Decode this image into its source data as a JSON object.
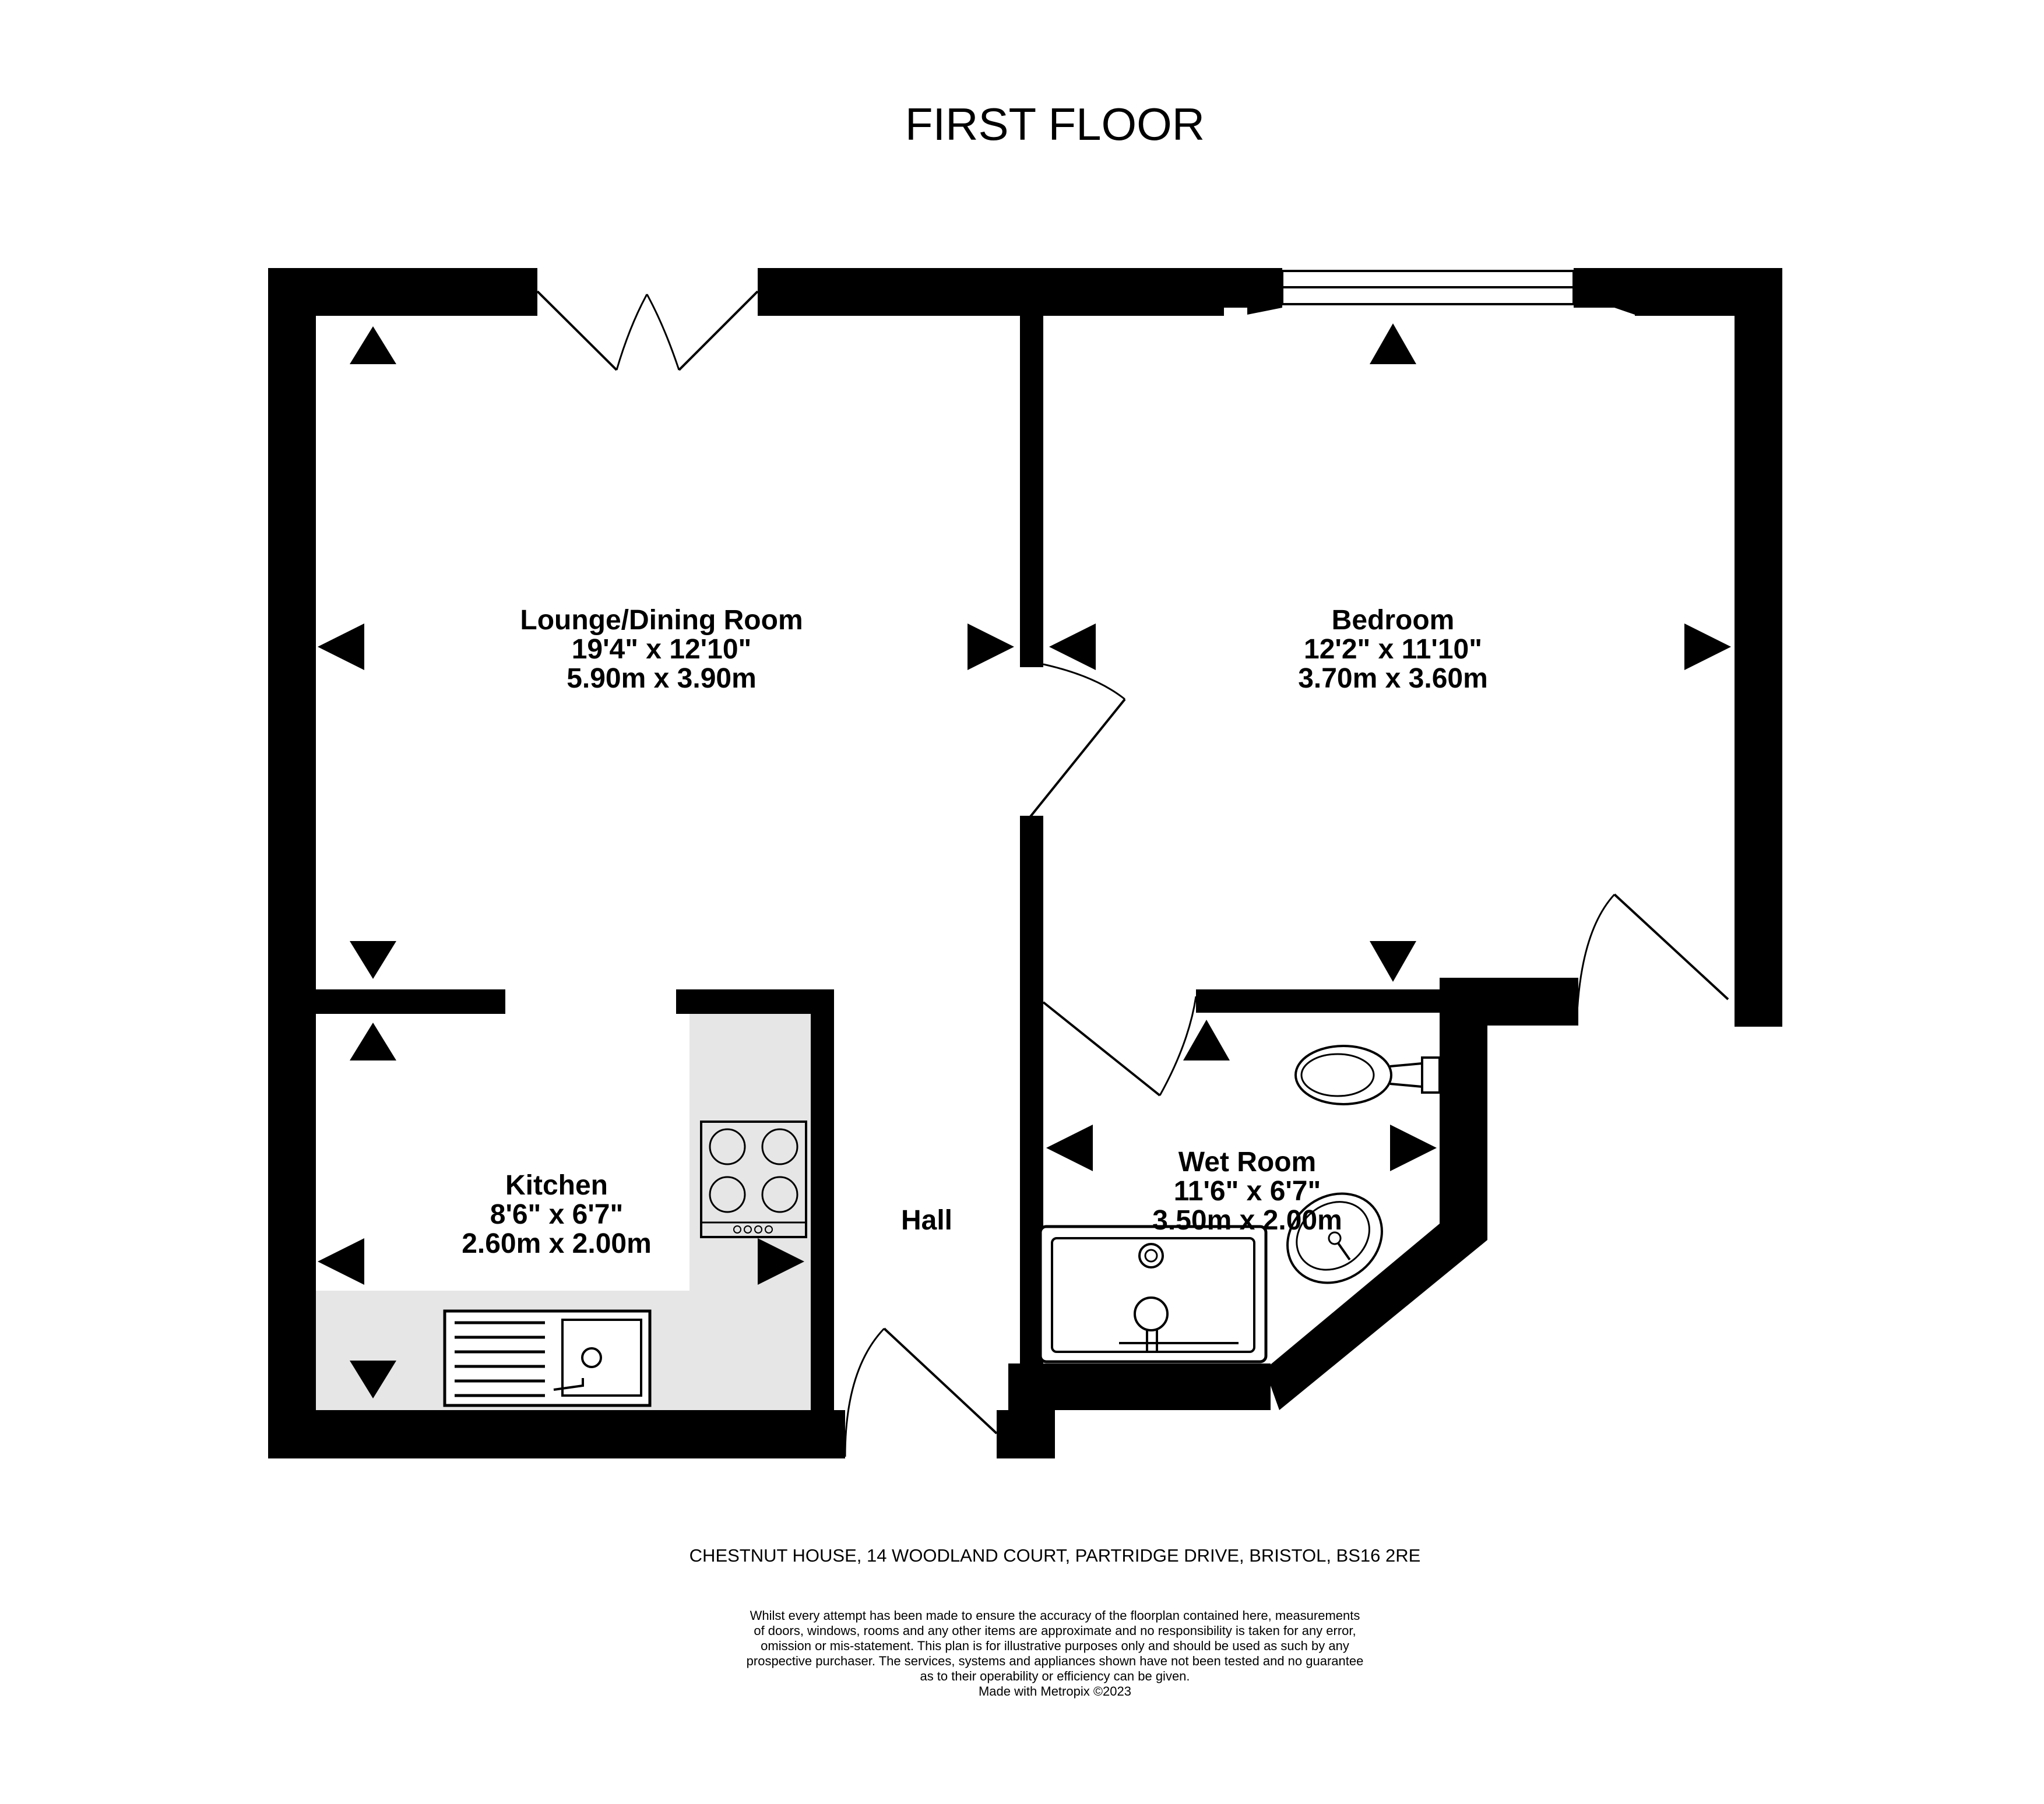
{
  "title": "FIRST FLOOR",
  "rooms": [
    {
      "name": "Lounge/Dining Room",
      "imperial": "19'4\"  x 12'10\"",
      "metric": "5.90m  x 3.90m"
    },
    {
      "name": "Bedroom",
      "imperial": "12'2\"  x 11'10\"",
      "metric": "3.70m  x 3.60m"
    },
    {
      "name": "Kitchen",
      "imperial": "8'6\"  x 6'7\"",
      "metric": "2.60m  x 2.00m"
    },
    {
      "name": "Wet Room",
      "imperial": "11'6\"  x 6'7\"",
      "metric": "3.50m  x 2.00m"
    },
    {
      "name": "Hall"
    }
  ],
  "address": "CHESTNUT HOUSE, 14 WOODLAND COURT, PARTRIDGE DRIVE, BRISTOL, BS16 2RE",
  "disclaimer": [
    "Whilst every attempt has been made to ensure the accuracy of the floorplan contained here, measurements",
    "of doors, windows, rooms and any other items are approximate and no responsibility is taken for any error,",
    "omission or mis-statement. This plan is for illustrative purposes only and should be used as such by any",
    "prospective purchaser. The services, systems and appliances shown have not been tested and no guarantee",
    "as to their operability or efficiency can be given.",
    "Made with Metropix ©2023"
  ],
  "colors": {
    "wall": "#000000",
    "kitchen_worktop": "#e6e6e6",
    "background": "#ffffff"
  },
  "icons": [
    "french-doors-icon",
    "window-icon",
    "hob-icon",
    "sink-icon",
    "toilet-icon",
    "basin-icon",
    "shower-tray-icon",
    "dimension-arrow-icon"
  ]
}
